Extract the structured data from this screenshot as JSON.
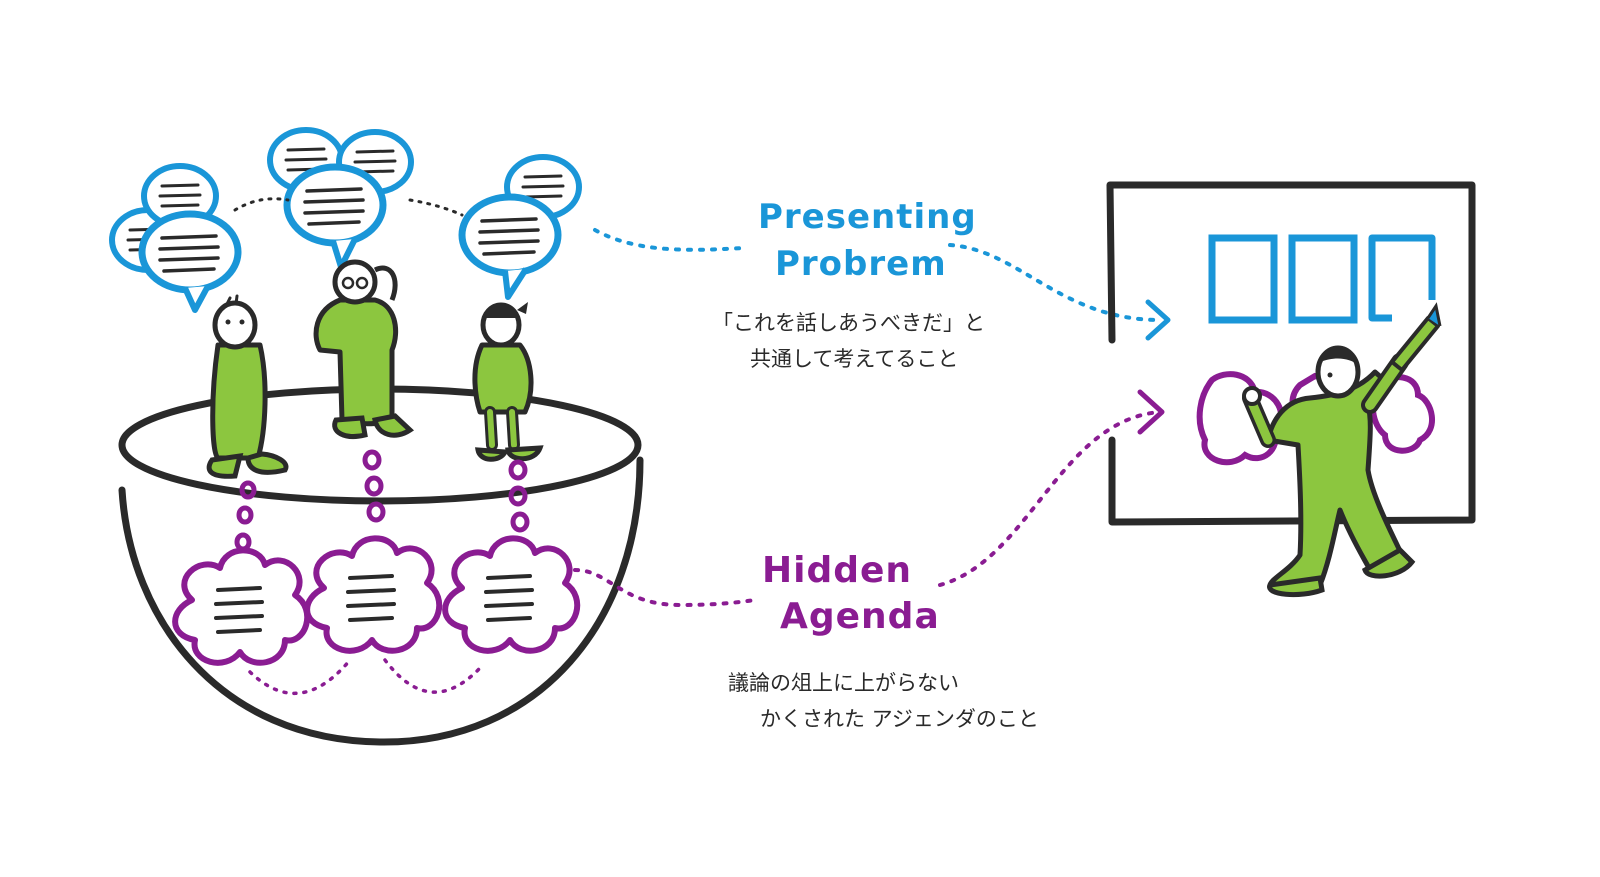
{
  "presenting": {
    "title_line1": "Presenting",
    "title_line2": "Probrem",
    "note_line1": "「これを話しあうべきだ」と",
    "note_line2": "共通して考えてること"
  },
  "hidden": {
    "title_line1": "Hidden",
    "title_line2": "Agenda",
    "note_line1": "議論の俎上に上がらない",
    "note_line2": "かくされた アジェンダのこと"
  },
  "colors": {
    "blue": "#1a96d8",
    "purple": "#8a1c92",
    "green": "#8cc63f",
    "ink": "#2a2a2a"
  }
}
